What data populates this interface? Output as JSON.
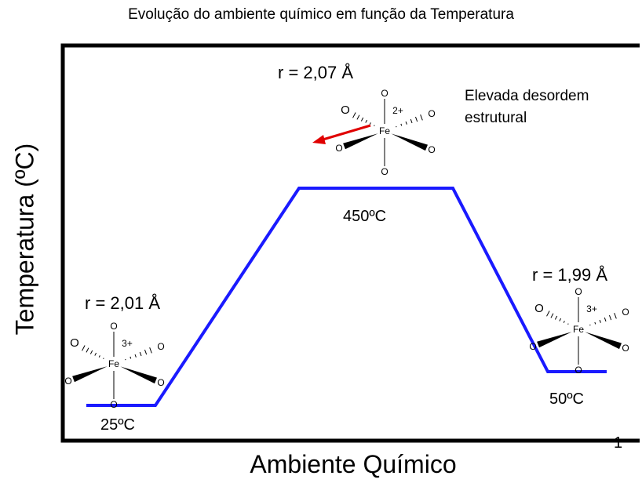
{
  "title": "Evolução do ambiente químico em função da Temperatura",
  "axes": {
    "x_label": "Ambiente Químico",
    "y_label": "Temperatura (ºC)"
  },
  "page_number": "1",
  "colors": {
    "profile_line": "#1a1aff",
    "arrow": "#e00000",
    "frame": "#000000"
  },
  "states": [
    {
      "temperature": "25ºC",
      "radius": "r = 2,01 Å",
      "complex": {
        "center": "Fe",
        "charge": "3+",
        "ligand": "O",
        "ligand_count": 6
      }
    },
    {
      "temperature": "450ºC",
      "radius": "r = 2,07 Å",
      "note": "Elevada desordem estrutural",
      "complex": {
        "center": "Fe",
        "charge": "2+",
        "ligand": "O",
        "ligand_count": 6
      }
    },
    {
      "temperature": "50ºC",
      "radius": "r = 1,99 Å",
      "complex": {
        "center": "Fe",
        "charge": "3+",
        "ligand": "O",
        "ligand_count": 6
      }
    }
  ]
}
